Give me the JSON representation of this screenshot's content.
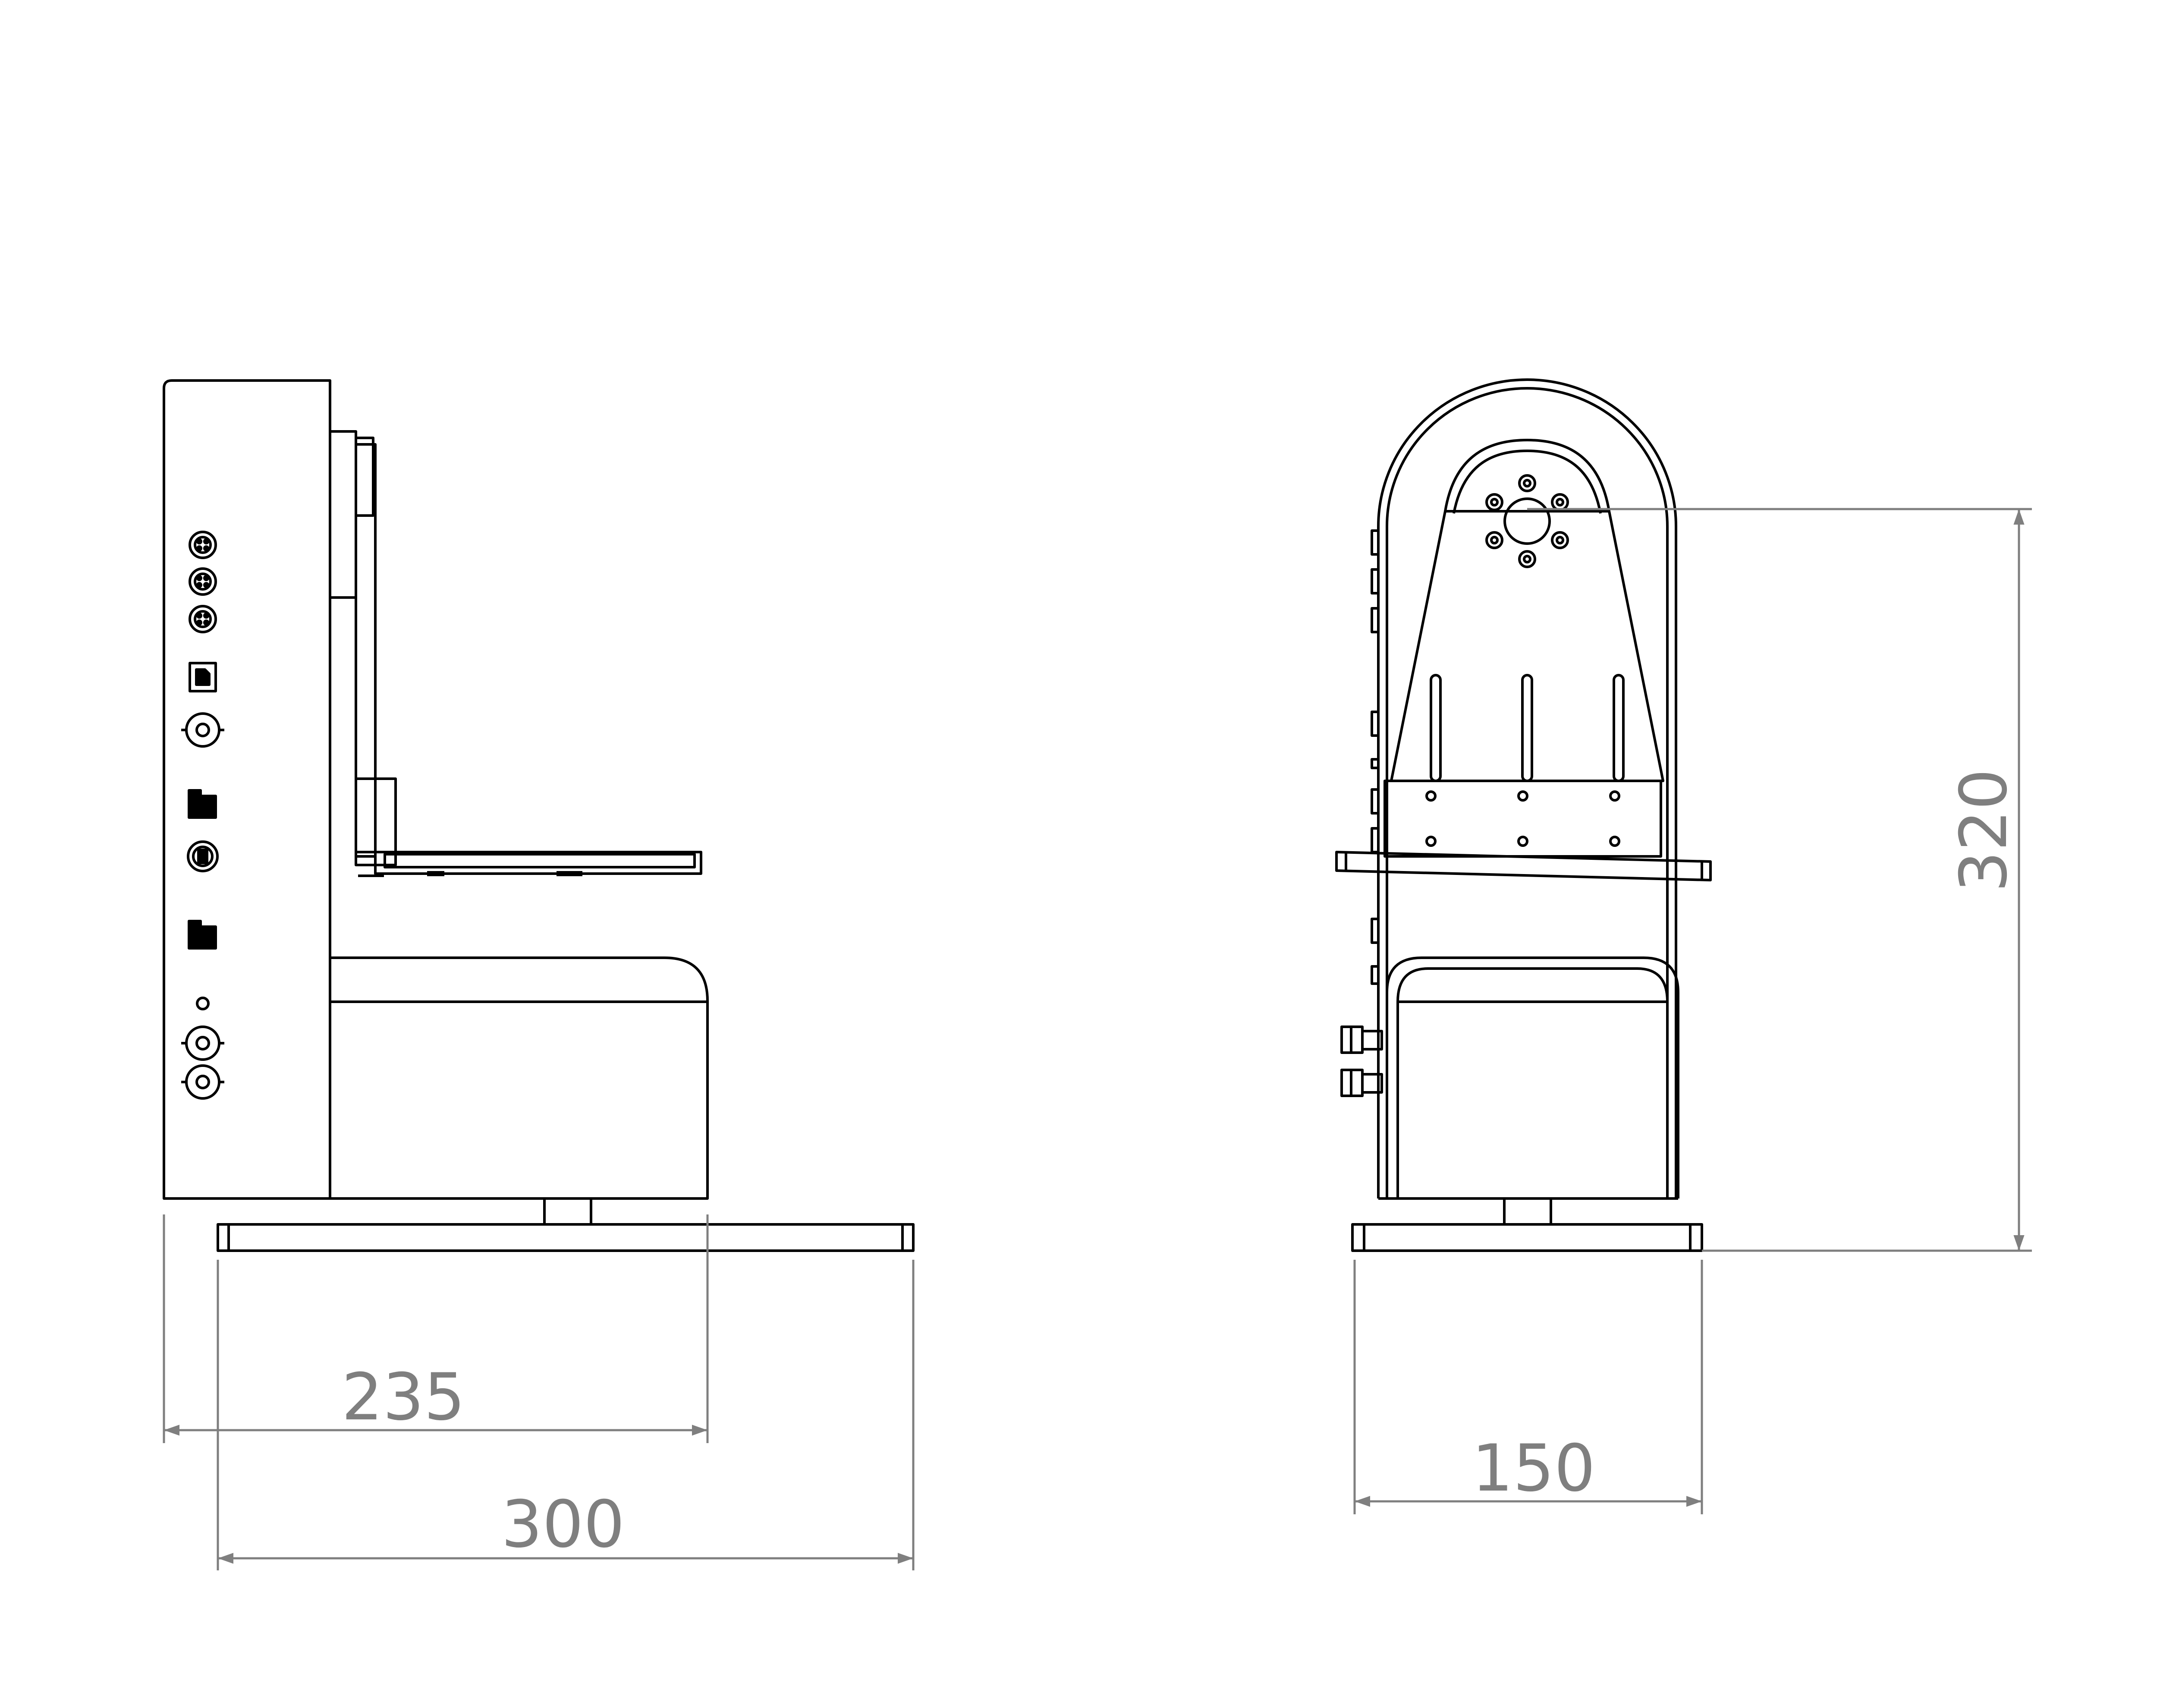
{
  "colors": {
    "line": "#000000",
    "dimension": "#7f7f7f",
    "background": "#ffffff"
  },
  "dimensions": {
    "side_inner_width": "235",
    "side_total_width": "300",
    "front_width": "150",
    "front_height": "320"
  }
}
